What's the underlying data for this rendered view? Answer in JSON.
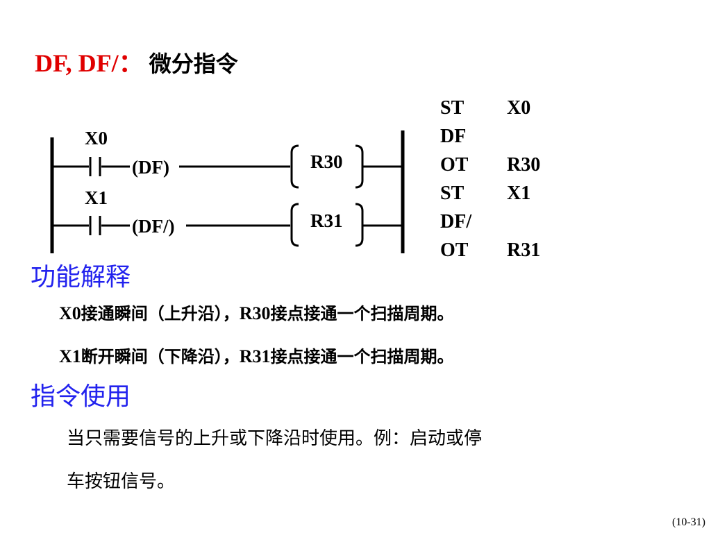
{
  "title": {
    "instr": "DF, DF/：",
    "name": "微分指令"
  },
  "ladder": {
    "rungs": [
      {
        "contact": "X0",
        "func": "(DF)",
        "coil": "R30"
      },
      {
        "contact": "X1",
        "func": "(DF/)",
        "coil": "R31"
      }
    ]
  },
  "instruction_list": [
    {
      "op": "ST",
      "arg": "X0"
    },
    {
      "op": "DF",
      "arg": ""
    },
    {
      "op": "OT",
      "arg": "R30"
    },
    {
      "op": "ST",
      "arg": "X1"
    },
    {
      "op": "DF/",
      "arg": ""
    },
    {
      "op": "OT",
      "arg": "R31"
    }
  ],
  "function": {
    "heading": "功能解释",
    "lines": [
      {
        "a": "X0",
        "b": "接通瞬间（上升沿），",
        "c": "R30",
        "d": "接点接通一个扫描周期。"
      },
      {
        "a": "X1",
        "b": "断开瞬间（下降沿），",
        "c": "R31",
        "d": "接点接通一个扫描周期。"
      }
    ]
  },
  "usage": {
    "heading": "指令使用",
    "lines": [
      "当只需要信号的上升或下降沿时使用。例：启动或停",
      "车按钮信号。"
    ]
  },
  "page_number": "(10-31)"
}
